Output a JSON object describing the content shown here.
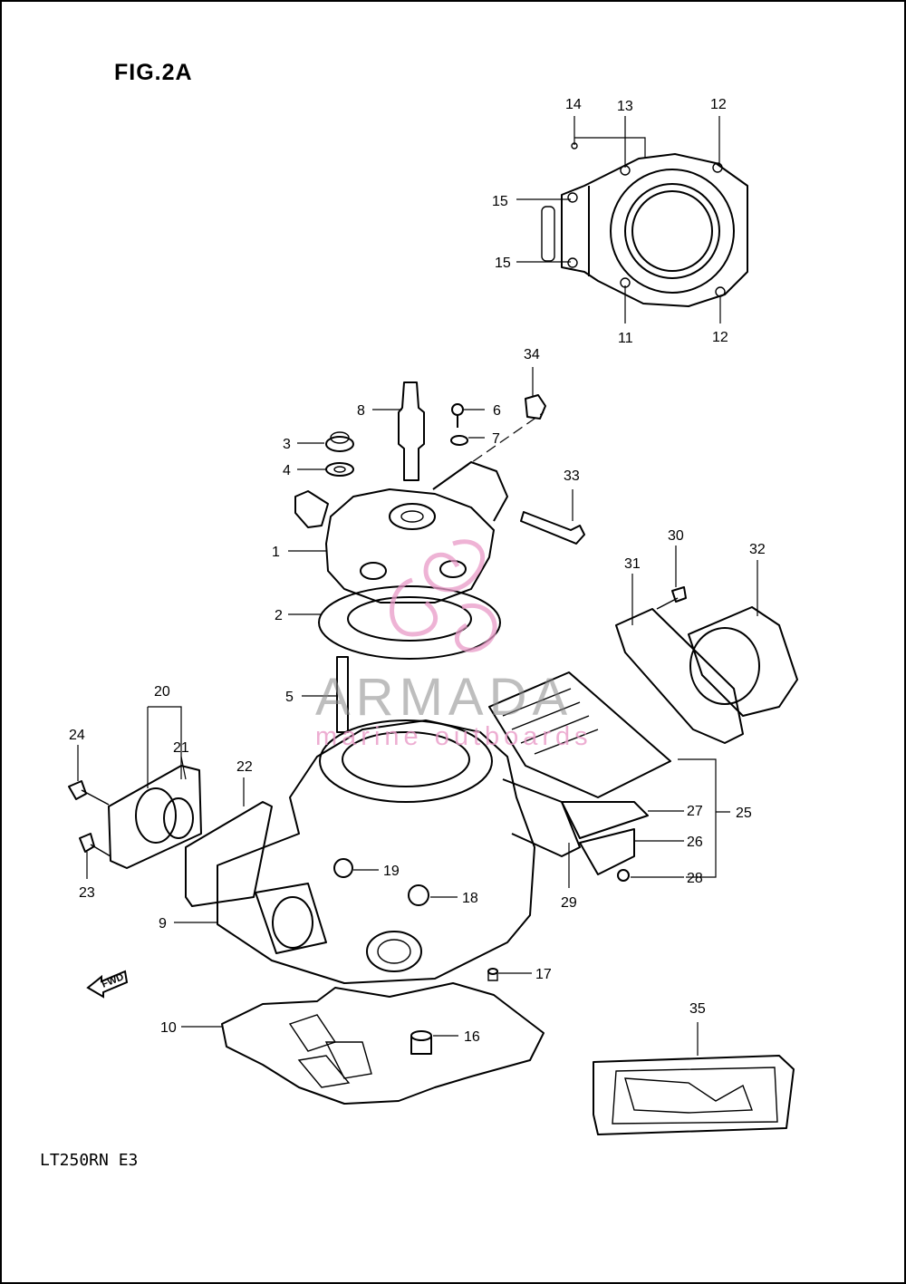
{
  "figure": {
    "title": "FIG.2A",
    "model_code": "LT250RN E3"
  },
  "watermark": {
    "brand": "ARMADA",
    "tagline": "marine outboards",
    "color": "#e99ac7"
  },
  "fwd_arrow": {
    "label": "FWD"
  },
  "callouts": [
    {
      "id": "1",
      "label": "1"
    },
    {
      "id": "2",
      "label": "2"
    },
    {
      "id": "3",
      "label": "3"
    },
    {
      "id": "4",
      "label": "4"
    },
    {
      "id": "5",
      "label": "5"
    },
    {
      "id": "6",
      "label": "6"
    },
    {
      "id": "7",
      "label": "7"
    },
    {
      "id": "8",
      "label": "8"
    },
    {
      "id": "9",
      "label": "9"
    },
    {
      "id": "10",
      "label": "10"
    },
    {
      "id": "11",
      "label": "11"
    },
    {
      "id": "12a",
      "label": "12"
    },
    {
      "id": "12b",
      "label": "12"
    },
    {
      "id": "13",
      "label": "13"
    },
    {
      "id": "14",
      "label": "14"
    },
    {
      "id": "15a",
      "label": "15"
    },
    {
      "id": "15b",
      "label": "15"
    },
    {
      "id": "16",
      "label": "16"
    },
    {
      "id": "17",
      "label": "17"
    },
    {
      "id": "18",
      "label": "18"
    },
    {
      "id": "19",
      "label": "19"
    },
    {
      "id": "20",
      "label": "20"
    },
    {
      "id": "21",
      "label": "21"
    },
    {
      "id": "22",
      "label": "22"
    },
    {
      "id": "23",
      "label": "23"
    },
    {
      "id": "24",
      "label": "24"
    },
    {
      "id": "25",
      "label": "25"
    },
    {
      "id": "26",
      "label": "26"
    },
    {
      "id": "27",
      "label": "27"
    },
    {
      "id": "28",
      "label": "28"
    },
    {
      "id": "29",
      "label": "29"
    },
    {
      "id": "30",
      "label": "30"
    },
    {
      "id": "31",
      "label": "31"
    },
    {
      "id": "32",
      "label": "32"
    },
    {
      "id": "33",
      "label": "33"
    },
    {
      "id": "34",
      "label": "34"
    },
    {
      "id": "35",
      "label": "35"
    }
  ]
}
